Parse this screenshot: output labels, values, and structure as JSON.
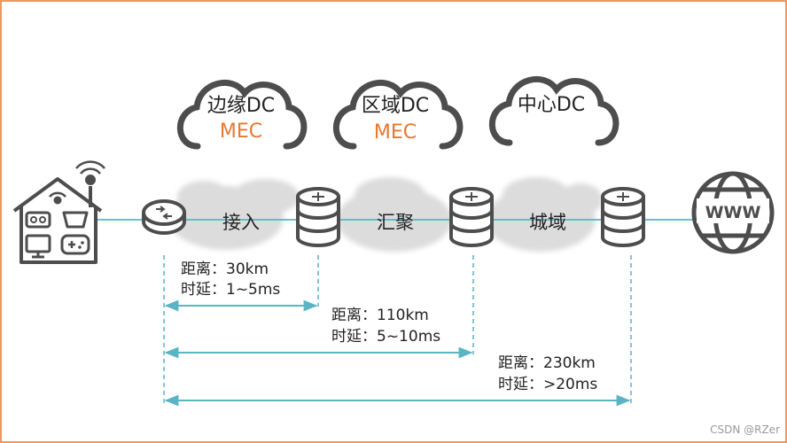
{
  "clouds": [
    {
      "title": "边缘DC",
      "subtitle": "MEC"
    },
    {
      "title": "区域DC",
      "subtitle": "MEC"
    },
    {
      "title": "中心DC",
      "subtitle": ""
    }
  ],
  "segments": [
    "接入",
    "汇聚",
    "城域"
  ],
  "measurements": [
    {
      "distance": "距离：30km",
      "latency": "时延：1~5ms"
    },
    {
      "distance": "距离：110km",
      "latency": "时延：5~10ms"
    },
    {
      "distance": "距离：230km",
      "latency": "时延：>20ms"
    }
  ],
  "web_label": "WWW",
  "watermark": "CSDN @RZer",
  "colors": {
    "border": "#e8772e",
    "accent": "#e8772e",
    "line": "#5ab4c4",
    "icon": "#4d4d4d",
    "fog": "#dcdcdc"
  },
  "icons": [
    "smart-home-icon",
    "router-icon",
    "switch-icon",
    "globe-icon",
    "cloud-icon"
  ]
}
